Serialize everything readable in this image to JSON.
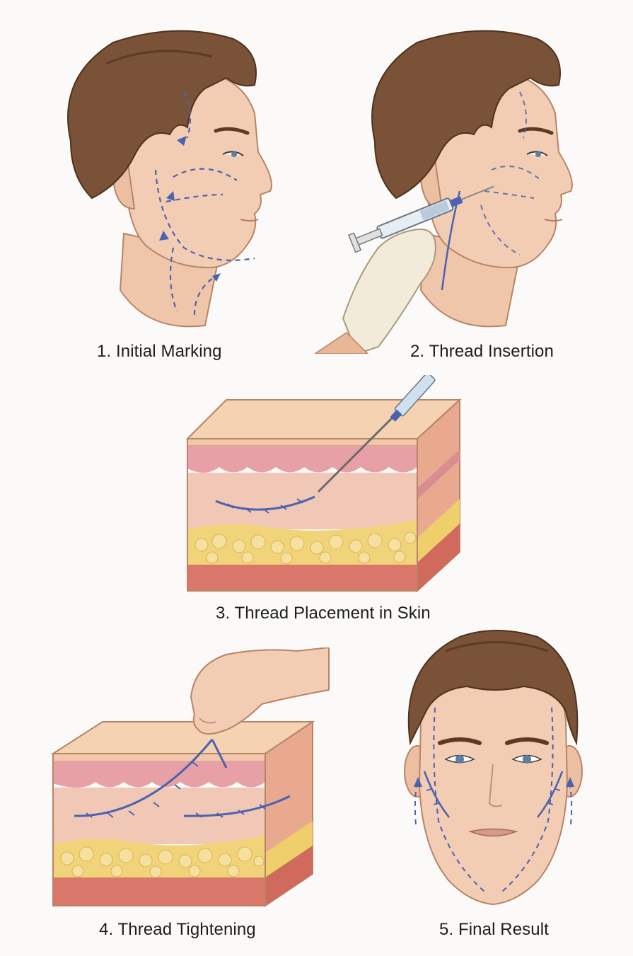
{
  "steps": [
    {
      "label": "1. Initial Marking"
    },
    {
      "label": "2. Thread Insertion"
    },
    {
      "label": "3. Thread Placement in Skin"
    },
    {
      "label": "4. Thread Tightening"
    },
    {
      "label": "5. Final Result"
    }
  ],
  "colors": {
    "skin": "#f3cdb3",
    "skin_shadow": "#e4b293",
    "hair": "#7a5238",
    "marking": "#4a62b0",
    "epidermis": "#f5d2b2",
    "dermis_top": "#e8a6a8",
    "dermis": "#f1c7b6",
    "fat": "#f1d479",
    "muscle": "#d9786a",
    "glove": "#f2ebd9"
  }
}
